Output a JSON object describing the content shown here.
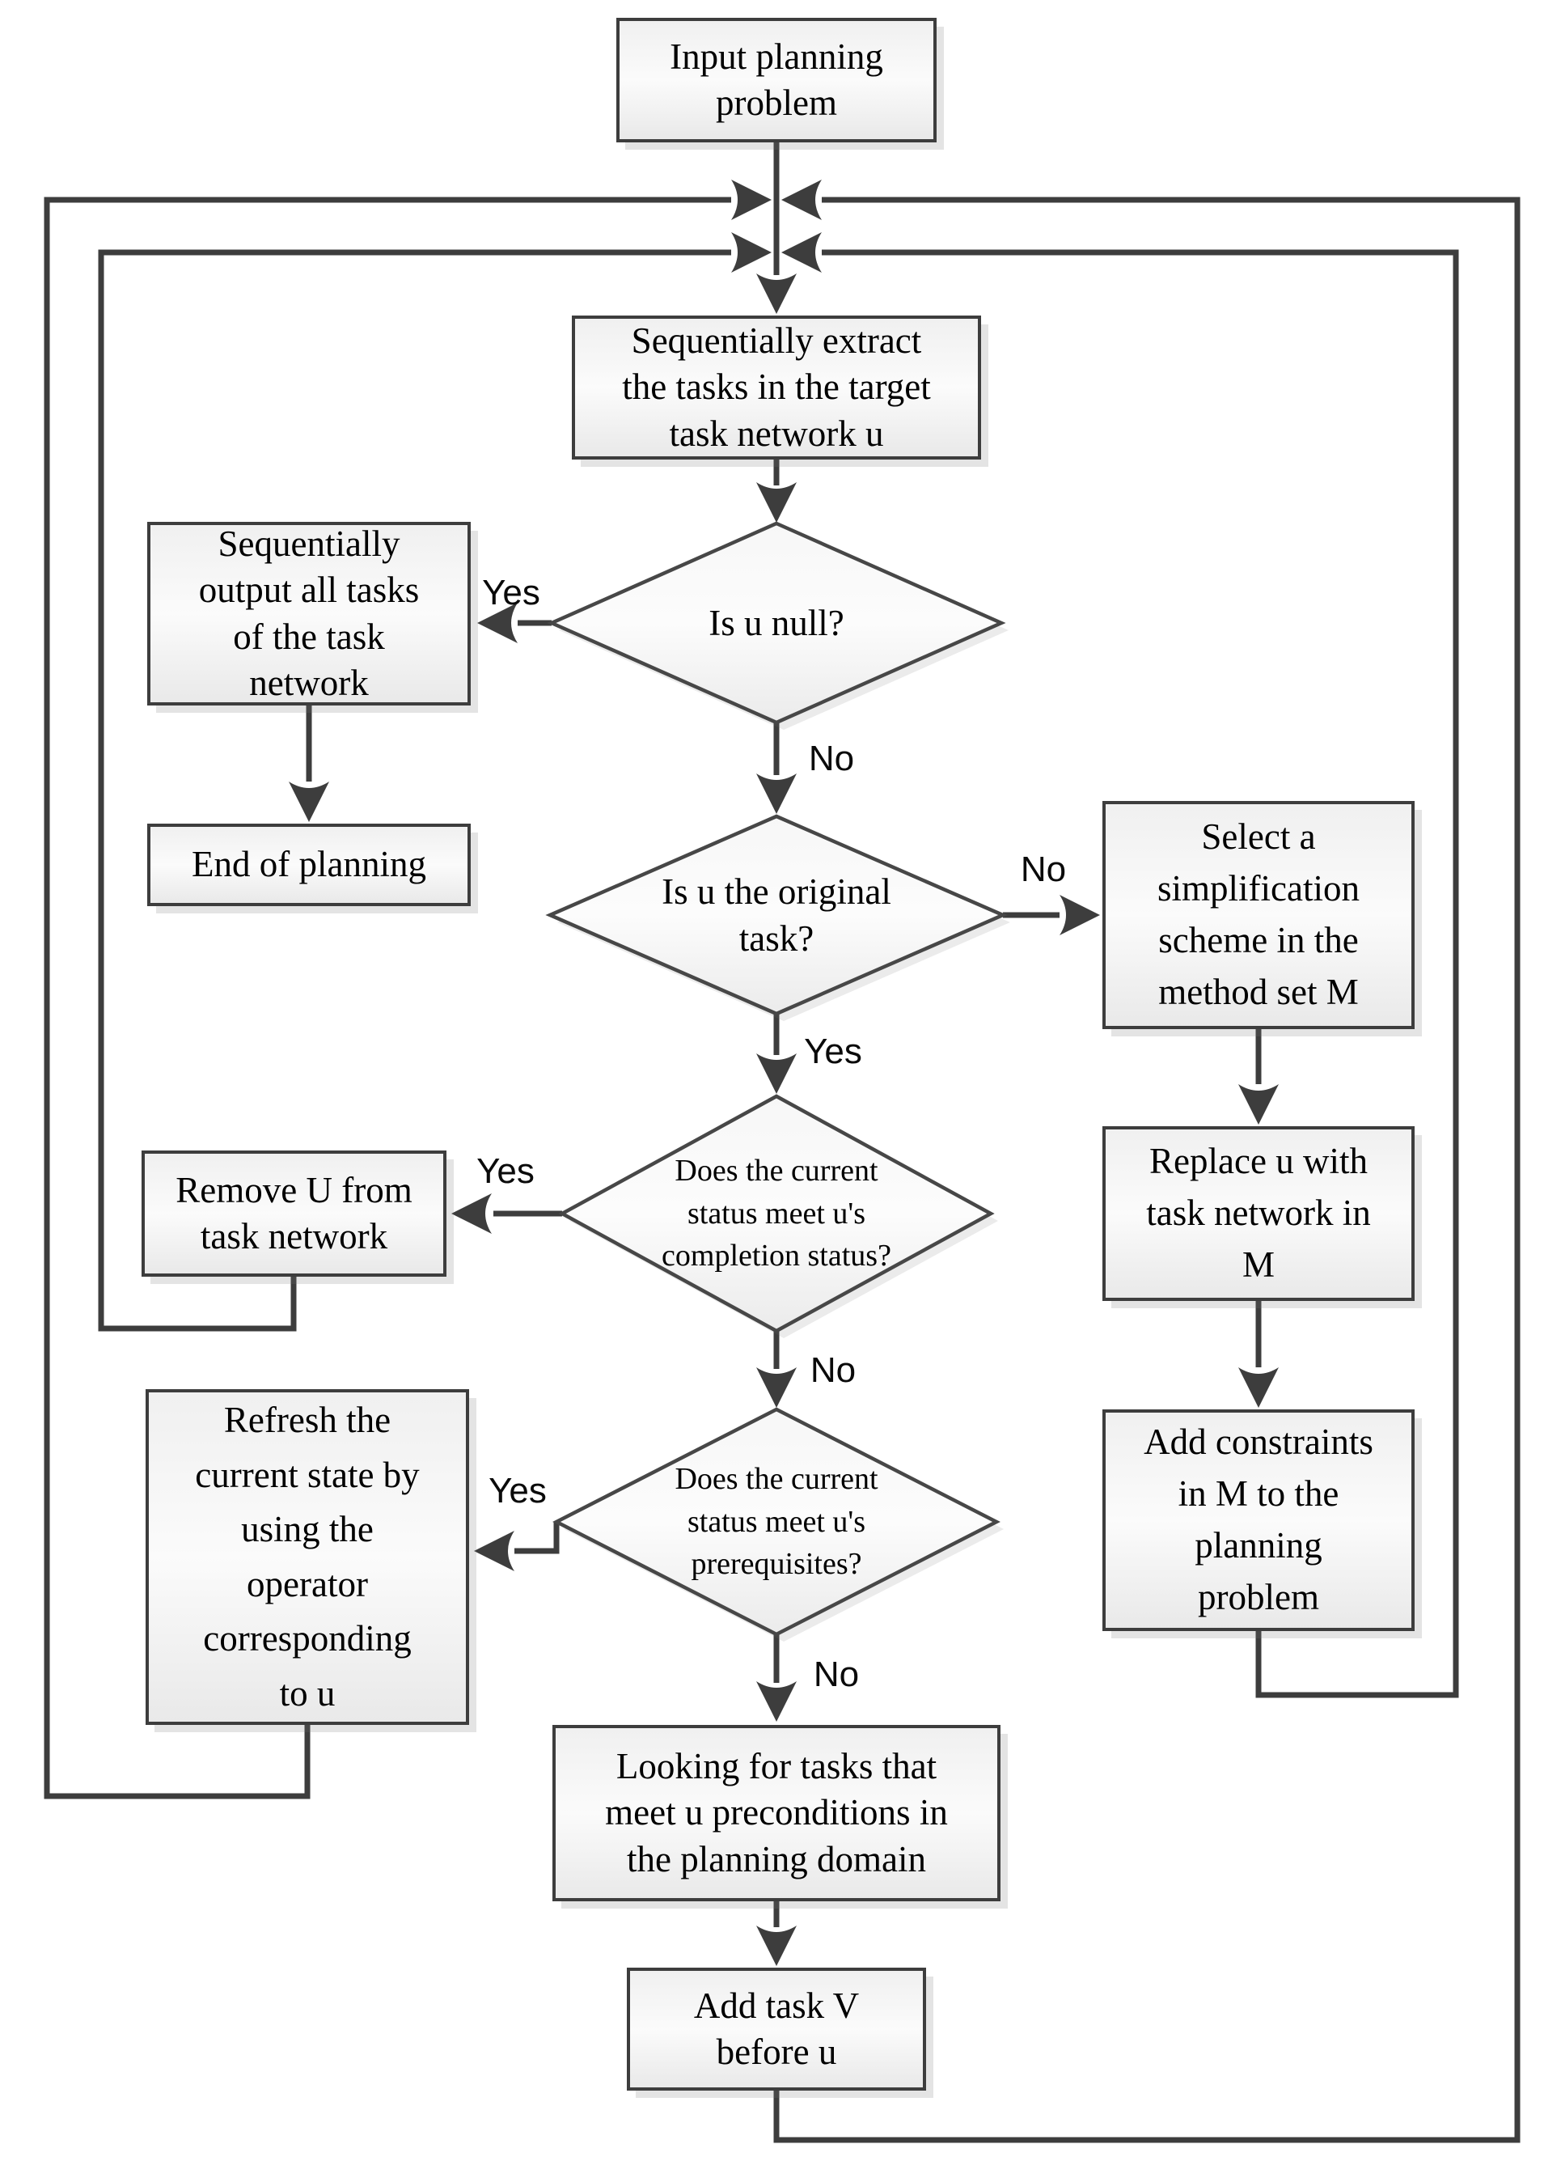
{
  "nodes": {
    "start": {
      "label": "Input planning\nproblem"
    },
    "extract": {
      "label": "Sequentially extract\nthe tasks in the target\ntask network u"
    },
    "is_u_null": {
      "label": "Is u null?"
    },
    "output_all": {
      "label": "Sequentially\noutput all tasks\nof the task\nnetwork"
    },
    "end": {
      "label": "End of planning"
    },
    "is_original": {
      "label": "Is u the original\ntask?"
    },
    "select_scheme": {
      "label": "Select a\nsimplification\nscheme in the\nmethod set M"
    },
    "replace_u": {
      "label": "Replace u with\ntask network in\nM"
    },
    "add_constraints": {
      "label": "Add constraints\nin M to the\nplanning\nproblem"
    },
    "meets_completion": {
      "label": "Does the current\nstatus meet u's\ncompletion status?"
    },
    "remove_u": {
      "label": "Remove U from\ntask network"
    },
    "meets_prereq": {
      "label": "Does the current\nstatus meet u's\nprerequisites?"
    },
    "refresh": {
      "label": "Refresh the\ncurrent state by\nusing the\noperator\ncorresponding\nto u"
    },
    "looking": {
      "label": "Looking for tasks that\nmeet u preconditions in\nthe planning domain"
    },
    "add_task_v": {
      "label": "Add task V\nbefore u"
    }
  },
  "edges": {
    "u_null_yes": "Yes",
    "u_null_no": "No",
    "original_no": "No",
    "original_yes": "Yes",
    "completion_yes": "Yes",
    "completion_no": "No",
    "prereq_yes": "Yes",
    "prereq_no": "No"
  },
  "colors": {
    "line": "#3d3d3d",
    "box_border": "#3d3d3d",
    "box_fill": "#f0f0f0",
    "text": "#000000",
    "background": "#ffffff"
  }
}
